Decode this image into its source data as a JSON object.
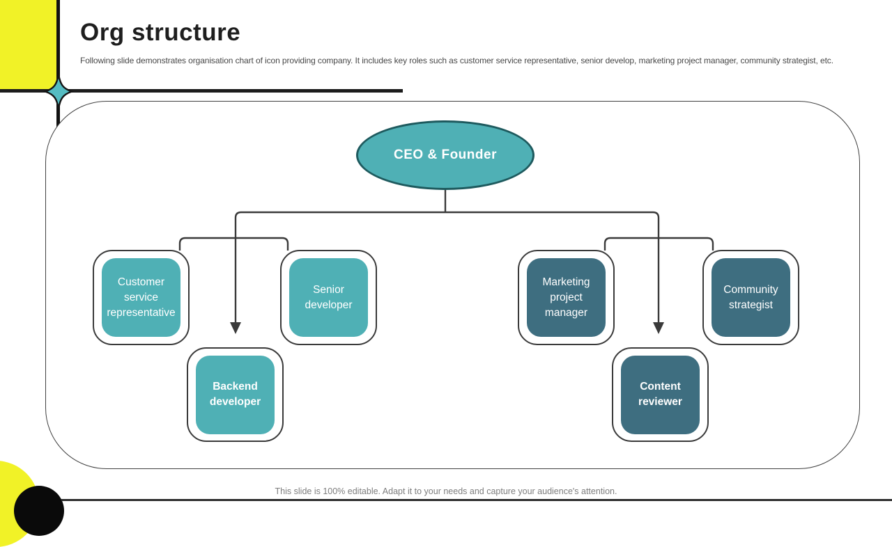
{
  "slide": {
    "title": "Org structure",
    "subtitle": "Following slide demonstrates organisation chart of icon providing company. It includes key roles such as customer service representative, senior develop, marketing project manager, community strategist, etc.",
    "footer": "This slide is 100% editable. Adapt it to your needs and capture your audience's attention."
  },
  "chart_data": {
    "type": "org-chart",
    "root": {
      "label": "CEO & Founder"
    },
    "nodes": [
      {
        "id": "customer-service-representative",
        "label": "Customer service representative",
        "variant": "teal",
        "parent": "CEO & Founder"
      },
      {
        "id": "senior-developer",
        "label": "Senior developer",
        "variant": "teal",
        "parent": "CEO & Founder"
      },
      {
        "id": "backend-developer",
        "label": "Backend developer",
        "variant": "teal",
        "parent": "CEO & Founder"
      },
      {
        "id": "marketing-project-manager",
        "label": "Marketing project manager",
        "variant": "slate",
        "parent": "CEO & Founder"
      },
      {
        "id": "community-strategist",
        "label": "Community strategist",
        "variant": "slate",
        "parent": "CEO & Founder"
      },
      {
        "id": "content-reviewer",
        "label": "Content reviewer",
        "variant": "slate",
        "parent": "CEO & Founder"
      }
    ]
  },
  "colors": {
    "teal": "#4FB0B5",
    "teal_dark": "#1E5A5E",
    "slate": "#3E6E80",
    "yellow": "#F1F227",
    "line": "#3A3A3A"
  }
}
